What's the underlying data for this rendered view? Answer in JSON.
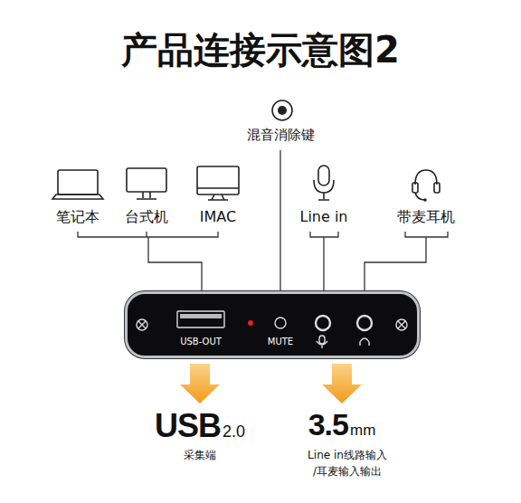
{
  "diagram": {
    "title": "产品连接示意图2",
    "nodes": [
      {
        "text": [
          "USB-OUT",
          "MUTE"
        ]
      }
    ],
    "labels": [
      "混音消除键",
      "笔记本",
      "台式机",
      "IMAC",
      "Line in",
      "带麦耳机",
      "USB",
      "2.0",
      "采集端",
      "3.5",
      "mm",
      "Line in线路输入",
      "/耳麦输入输出"
    ]
  }
}
